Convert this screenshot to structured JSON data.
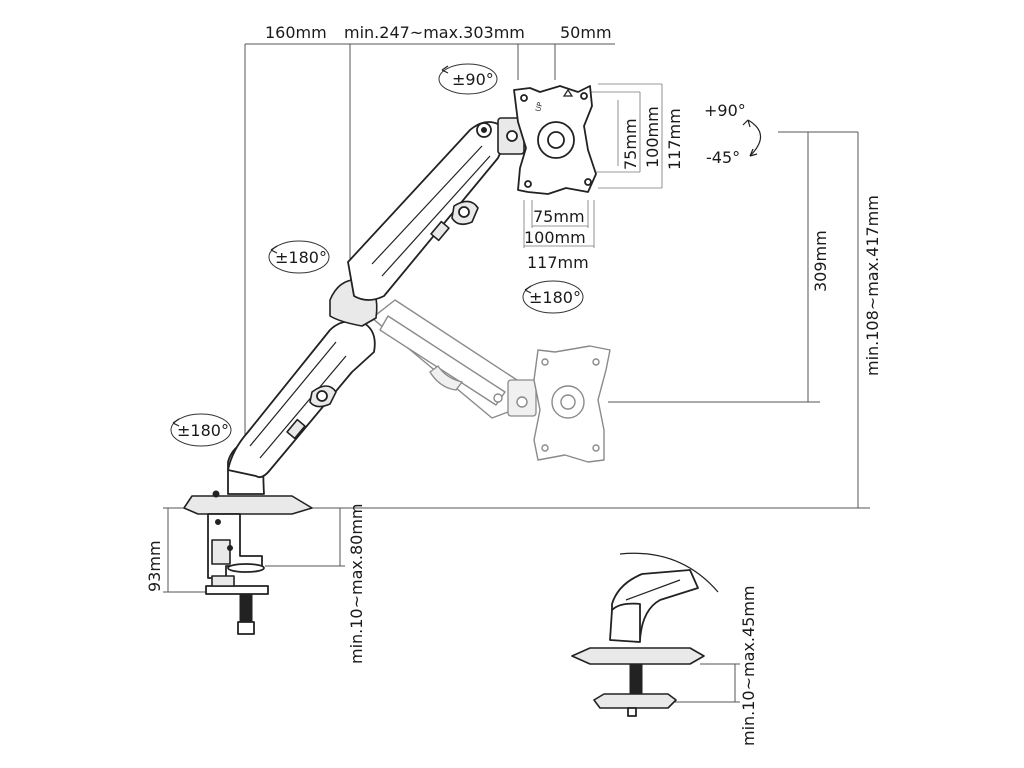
{
  "dimensions": {
    "width_offset": "160mm",
    "extension_range": "min.247~max.303mm",
    "plate_offset": "50mm",
    "vesa_h_75": "75mm",
    "vesa_h_100": "100mm",
    "vesa_h_117": "117mm",
    "vesa_v_75": "75mm",
    "vesa_v_100": "100mm",
    "vesa_v_117": "117mm",
    "vertical_travel": "309mm",
    "height_range": "min.108~max.417mm",
    "clamp_height": "93mm",
    "clamp_desk_range": "min.10~max.80mm",
    "grommet_desk_range": "min.10~max.45mm"
  },
  "rotations": {
    "plate_rotate": "±90°",
    "tilt_up": "+90°",
    "tilt_down": "-45°",
    "upper_swivel": "±180°",
    "head_swivel": "±180°",
    "base_swivel": "±180°"
  },
  "labels": {
    "vesa_up": "UP"
  }
}
